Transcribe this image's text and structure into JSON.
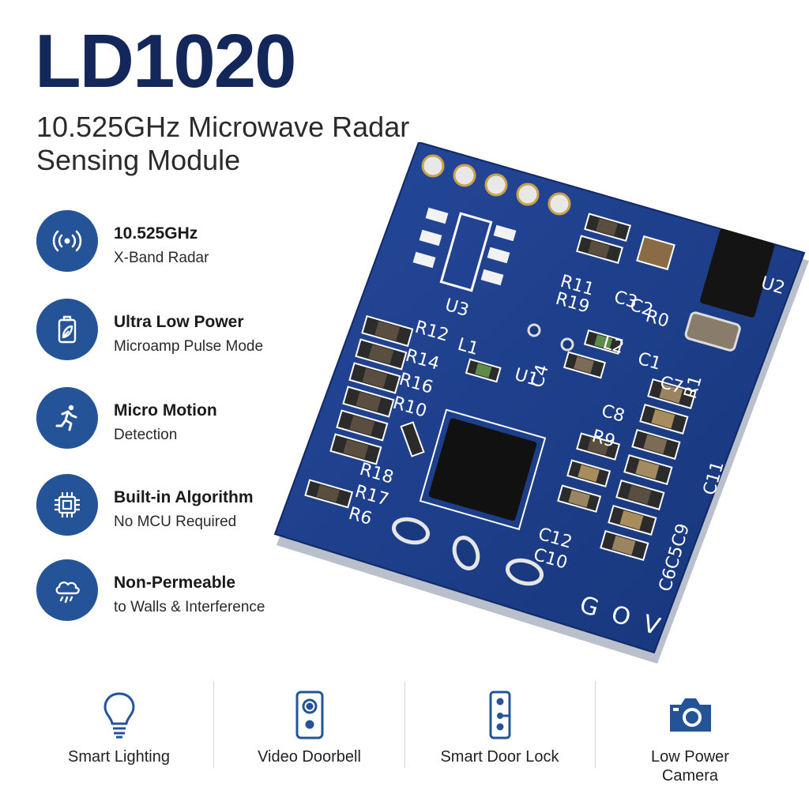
{
  "header": {
    "title": "LD1020",
    "subtitle_line1": "10.525GHz Microwave Radar",
    "subtitle_line2": "Sensing Module"
  },
  "features": [
    {
      "icon": "radar-signal-icon",
      "title": "10.525GHz",
      "subtitle": "X-Band Radar"
    },
    {
      "icon": "battery-leaf-icon",
      "title": "Ultra Low Power",
      "subtitle": "Microamp Pulse Mode"
    },
    {
      "icon": "running-person-icon",
      "title": "Micro Motion",
      "subtitle": "Detection"
    },
    {
      "icon": "chip-icon",
      "title": "Built-in Algorithm",
      "subtitle": "No MCU Required"
    },
    {
      "icon": "cloud-rain-icon",
      "title": "Non-Permeable",
      "subtitle": "to Walls & Interference"
    }
  ],
  "board": {
    "labels": {
      "u3": "U3",
      "u1": "U1",
      "u2": "U2",
      "l1": "L1",
      "l2": "L2",
      "r12": "R12",
      "r14": "R14",
      "r16": "R16",
      "r10": "R10",
      "r18": "R18",
      "r17": "R17",
      "r6": "R6",
      "r11": "R11",
      "r19": "R19",
      "r0": "R0",
      "r9": "R9",
      "r1": "R1",
      "c1": "C1",
      "c4": "C4",
      "c7": "C7",
      "c8": "C8",
      "c11": "C11",
      "c12": "C12",
      "c10": "C10",
      "c3": "C3",
      "c2": "C2",
      "c6c5c9": "C6C5C9",
      "pin_g": "G",
      "pin_o": "O",
      "pin_v": "V"
    }
  },
  "applications": [
    {
      "icon": "light-bulb-icon",
      "label_line1": "Smart Lighting",
      "label_line2": ""
    },
    {
      "icon": "doorbell-icon",
      "label_line1": "Video Doorbell",
      "label_line2": ""
    },
    {
      "icon": "door-lock-icon",
      "label_line1": "Smart Door Lock",
      "label_line2": ""
    },
    {
      "icon": "camera-icon",
      "label_line1": "Low Power",
      "label_line2": "Camera"
    }
  ],
  "colors": {
    "title": "#13275b",
    "badge": "#245497",
    "pcb": "#1e3f8a",
    "silkscreen": "#ffffff",
    "app_icon": "#245497"
  }
}
